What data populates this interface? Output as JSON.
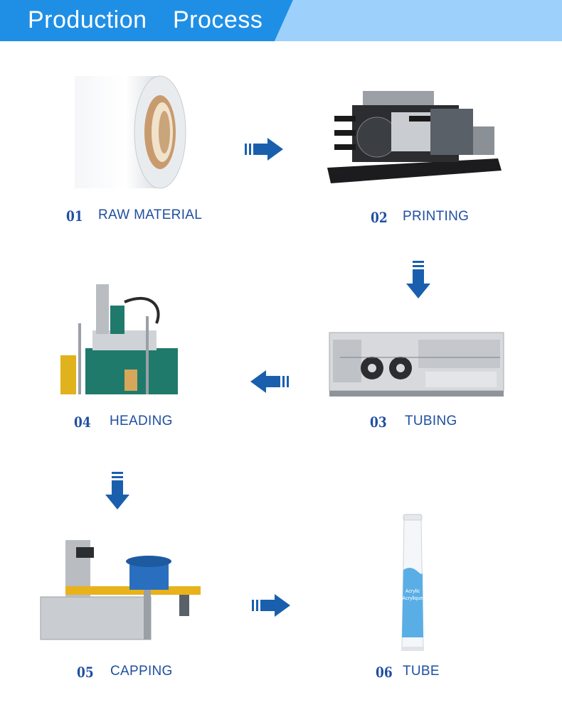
{
  "header": {
    "title_word1": "Production",
    "title_word2": "Process"
  },
  "steps": [
    {
      "num": "01",
      "label": "RAW MATERIAL"
    },
    {
      "num": "02",
      "label": "PRINTING"
    },
    {
      "num": "03",
      "label": "TUBING"
    },
    {
      "num": "04",
      "label": "HEADING"
    },
    {
      "num": "05",
      "label": "CAPPING"
    },
    {
      "num": "06",
      "label": "TUBE"
    }
  ],
  "tube": {
    "text1": "Acrylic",
    "text2": "Acrylique"
  },
  "colors": {
    "header_dark": "#1f8fe6",
    "header_light": "#9dd0fa",
    "label": "#1f4fa0",
    "arrow": "#1a5fae"
  },
  "icons": [
    "arrow-right-icon",
    "arrow-down-icon",
    "arrow-left-icon"
  ]
}
